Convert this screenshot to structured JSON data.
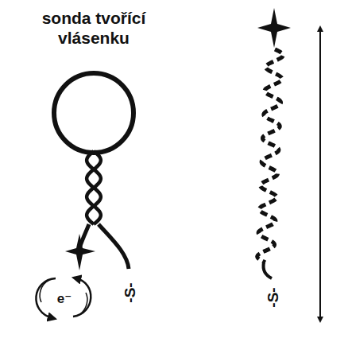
{
  "diagram": {
    "labels": [
      "sonda tvořící vlásenku",
      "e⁻",
      "-S-",
      "-S-"
    ]
  }
}
